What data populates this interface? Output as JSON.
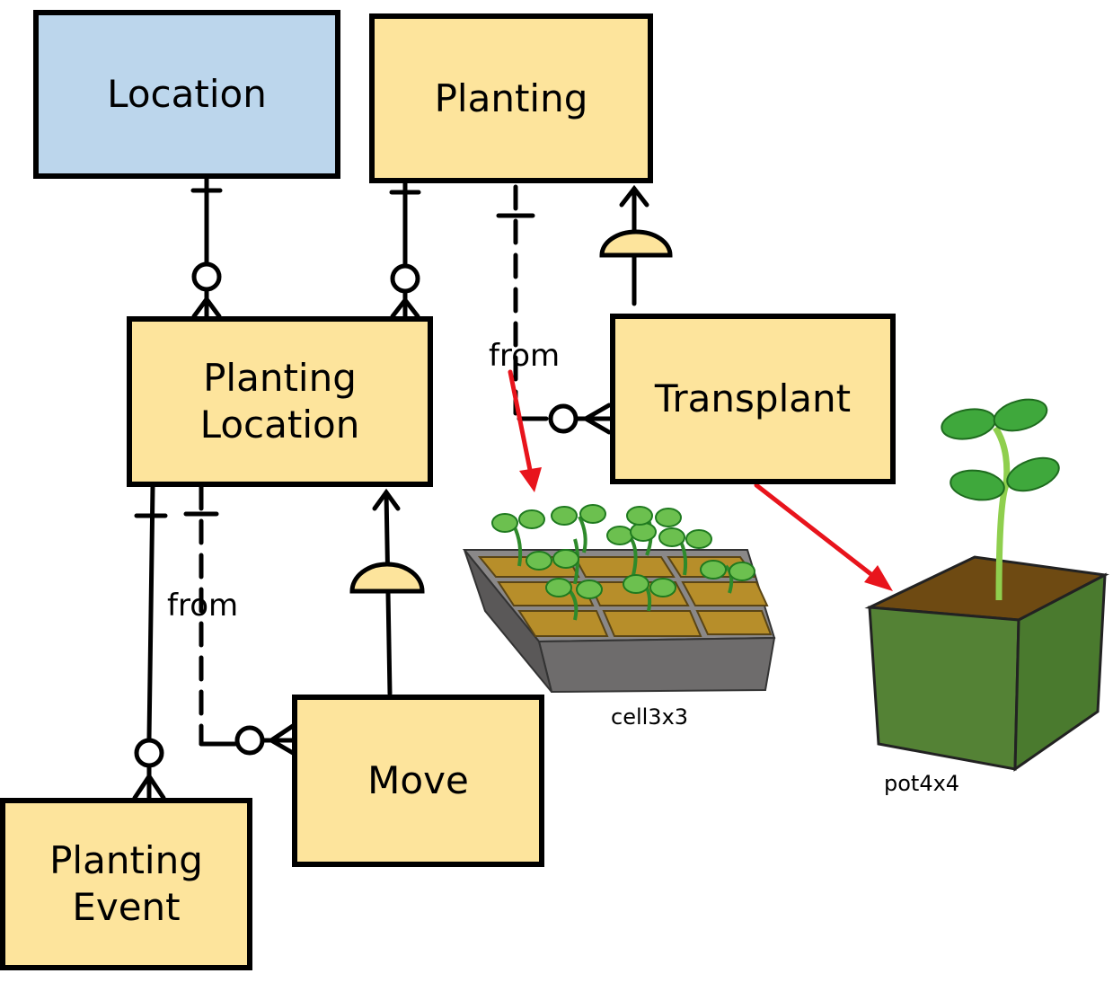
{
  "entities": {
    "location": {
      "label": "Location",
      "fill": "#bcd6ec"
    },
    "planting": {
      "label": "Planting",
      "fill": "#fde49c"
    },
    "planting_location": {
      "line1": "Planting",
      "line2": "Location",
      "fill": "#fde49c"
    },
    "transplant": {
      "label": "Transplant",
      "fill": "#fde49c"
    },
    "move": {
      "label": "Move",
      "fill": "#fde49c"
    },
    "planting_event": {
      "line1": "Planting",
      "line2": "Event",
      "fill": "#fde49c"
    }
  },
  "relationship_labels": {
    "transplant_from": "from",
    "move_from": "from"
  },
  "images": {
    "cell_tray": {
      "caption": "cell3x3",
      "icon": "seedling-tray-icon"
    },
    "pot": {
      "caption": "pot4x4",
      "icon": "potted-plant-icon"
    }
  },
  "colors": {
    "arrow_red": "#e8141c",
    "pot_green": "#548235",
    "leaf_green": "#3fa83c",
    "soil_brown": "#6e4a12"
  }
}
